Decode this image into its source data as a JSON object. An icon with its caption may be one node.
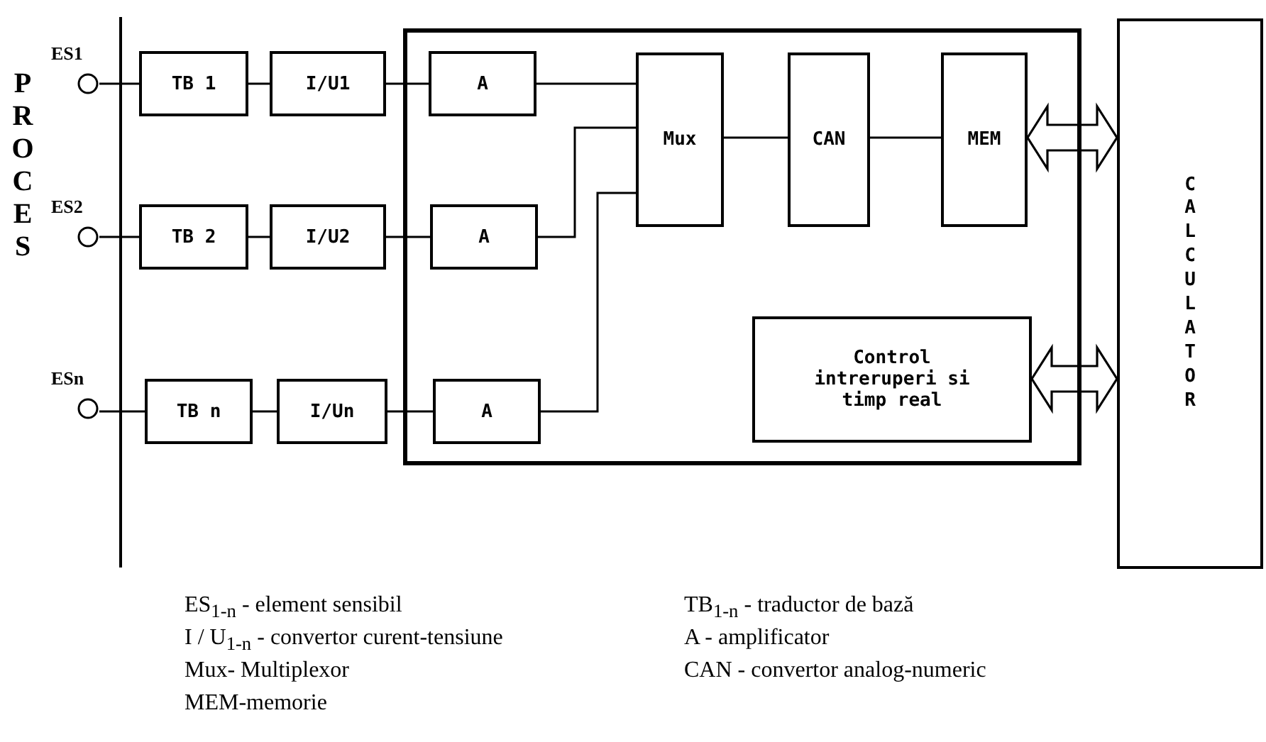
{
  "diagram": {
    "nodes": [
      {
        "text": [
          "ES1"
        ]
      },
      {
        "text": [
          "TB 1"
        ]
      },
      {
        "text": [
          "I/U1"
        ]
      },
      {
        "text": [
          "ES2"
        ]
      },
      {
        "text": [
          "TB 2"
        ]
      },
      {
        "text": [
          "I/U2"
        ]
      },
      {
        "text": [
          "ESn"
        ]
      },
      {
        "text": [
          "TB n"
        ]
      },
      {
        "text": [
          "I/Un"
        ]
      },
      {
        "text": [],
        "shape": "box"
      },
      {
        "text": [
          "A"
        ],
        "in": 9
      },
      {
        "text": [
          "A"
        ],
        "in": 9
      },
      {
        "text": [
          "A"
        ],
        "in": 9
      },
      {
        "text": [
          "Mux"
        ],
        "in": 9
      },
      {
        "text": [
          "CAN"
        ],
        "in": 9
      },
      {
        "text": [
          "MEM"
        ],
        "in": 9
      },
      {
        "text": [
          "Control intreruperi si timp real"
        ],
        "in": 9
      },
      {
        "text": [
          "CALCULATOR"
        ]
      }
    ],
    "edges": [
      {
        "from": 0,
        "to": 1,
        "arrow": "none"
      },
      {
        "from": 1,
        "to": 2,
        "arrow": "none"
      },
      {
        "from": 2,
        "to": 10,
        "arrow": "none"
      },
      {
        "from": 3,
        "to": 4,
        "arrow": "none"
      },
      {
        "from": 4,
        "to": 5,
        "arrow": "none"
      },
      {
        "from": 5,
        "to": 11,
        "arrow": "none"
      },
      {
        "from": 6,
        "to": 7,
        "arrow": "none"
      },
      {
        "from": 7,
        "to": 8,
        "arrow": "none"
      },
      {
        "from": 8,
        "to": 12,
        "arrow": "none"
      },
      {
        "from": 10,
        "to": 13,
        "arrow": "none"
      },
      {
        "from": 11,
        "to": 13,
        "arrow": "none"
      },
      {
        "from": 12,
        "to": 13,
        "arrow": "none"
      },
      {
        "from": 13,
        "to": 14,
        "arrow": "none"
      },
      {
        "from": 14,
        "to": 15,
        "arrow": "none"
      },
      {
        "from": 15,
        "to": 17,
        "arrow": "both",
        "style": "thick"
      },
      {
        "from": 16,
        "to": 17,
        "arrow": "both",
        "style": "thick"
      }
    ],
    "labels": [
      "PROCES",
      "ES$_{1-n}$ - element sensibil",
      "TB$_{1-n}$ - traductor de bază",
      "I / U$_{1-n}$ - convertor curent-tensiune",
      "A - amplificator",
      "Mux- Multiplexor",
      "CAN - convertor analog-numeric",
      "MEM-memorie"
    ]
  }
}
